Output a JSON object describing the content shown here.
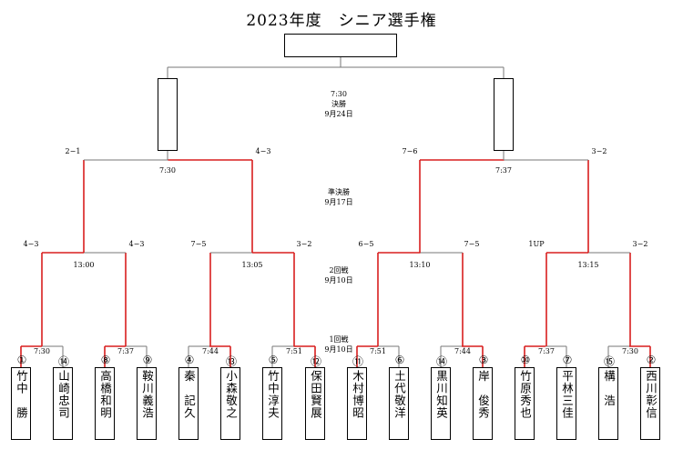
{
  "title": "2023年度　シニア選手権",
  "rounds": {
    "final": {
      "time": "7:30",
      "name": "決勝",
      "date": "9月24日"
    },
    "semi": {
      "name": "準決勝",
      "date": "9月17日"
    },
    "r2": {
      "name": "2回戦",
      "date": "9月10日"
    },
    "r1": {
      "name": "1回戦",
      "date": "9月10日"
    }
  },
  "players": [
    {
      "seed": "①",
      "name": "竹中　勝"
    },
    {
      "seed": "⑭",
      "name": "山崎忠司"
    },
    {
      "seed": "⑧",
      "name": "高橋和明"
    },
    {
      "seed": "⑨",
      "name": "鞍川義浩"
    },
    {
      "seed": "④",
      "name": "秦　記久"
    },
    {
      "seed": "⑬",
      "name": "小森敬之"
    },
    {
      "seed": "⑤",
      "name": "竹中淳夫"
    },
    {
      "seed": "⑫",
      "name": "保田賢展"
    },
    {
      "seed": "⑪",
      "name": "木村博昭"
    },
    {
      "seed": "⑥",
      "name": "土代敬洋"
    },
    {
      "seed": "⑭",
      "name": "黒川知英"
    },
    {
      "seed": "③",
      "name": "岸　俊秀"
    },
    {
      "seed": "⑩",
      "name": "竹原秀也"
    },
    {
      "seed": "⑦",
      "name": "平林三佳"
    },
    {
      "seed": "⑮",
      "name": "構　浩"
    },
    {
      "seed": "②",
      "name": "西川彰信"
    }
  ],
  "r1_times": [
    "7:30",
    "7:37",
    "7:44",
    "7:51",
    "7:51",
    "7:44",
    "7:37",
    "7:30"
  ],
  "r2_times": [
    "13:00",
    "13:05",
    "13:10",
    "13:15"
  ],
  "r2_scores": [
    "4−3",
    "4−3",
    "7−5",
    "3−2",
    "6−5",
    "7−5",
    "1UP",
    "3−2"
  ],
  "semi_times": [
    "7:30",
    "7:37"
  ],
  "semi_scores": [
    "2−1",
    "4−3",
    "7−6",
    "3−2"
  ],
  "r1_winners": [
    0,
    0,
    1,
    1,
    0,
    1,
    0,
    1
  ],
  "r2_winners": [
    0,
    1,
    0,
    0
  ],
  "semi_winners": [
    1,
    0
  ]
}
